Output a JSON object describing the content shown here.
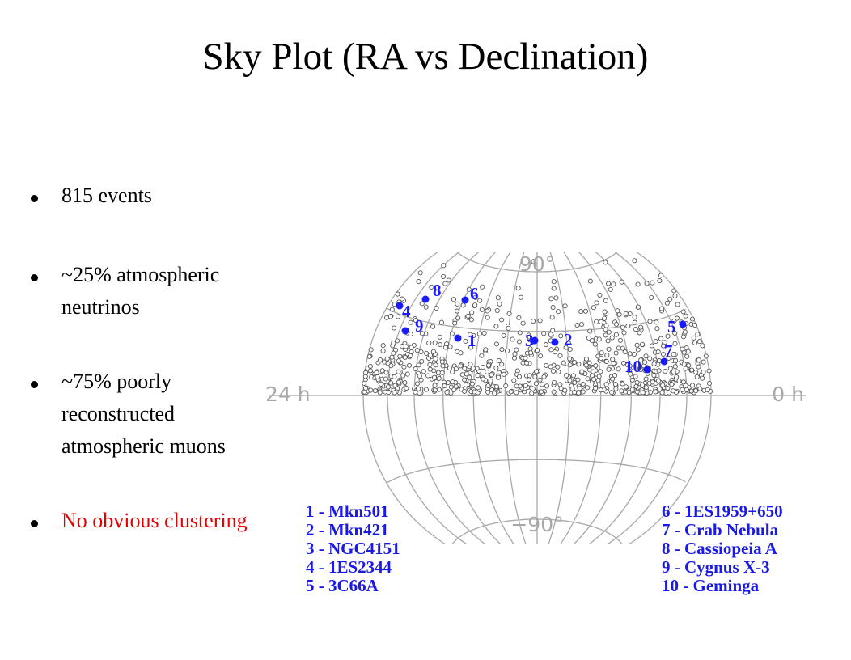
{
  "title": "Sky Plot (RA vs Declination)",
  "bullets": [
    {
      "text": "815 events",
      "color": "#000000"
    },
    {
      "text": "~25% atmospheric neutrinos",
      "color": "#000000"
    },
    {
      "text": "~75% poorly reconstructed atmospheric muons",
      "color": "#000000"
    },
    {
      "text": "No obvious clustering",
      "color": "#e60000"
    }
  ],
  "skymap": {
    "top_label": "90°",
    "bottom_label": "−90°",
    "left_label": "24 h",
    "right_label": "0 h",
    "grid_color": "#a8a8a8",
    "event_color": "#555555",
    "source_color": "#1a1aff",
    "event_count": 815,
    "sources": [
      {
        "id": "1"
      },
      {
        "id": "2"
      },
      {
        "id": "3"
      },
      {
        "id": "4"
      },
      {
        "id": "5"
      },
      {
        "id": "6"
      },
      {
        "id": "7"
      },
      {
        "id": "8"
      },
      {
        "id": "9"
      },
      {
        "id": "10"
      }
    ],
    "legend_left": [
      "1 - Mkn501",
      "2 - Mkn421",
      "3 - NGC4151",
      "4 - 1ES2344",
      "5 - 3C66A"
    ],
    "legend_right": [
      "6 - 1ES1959+650",
      "7 - Crab Nebula",
      "8 - Cassiopeia A",
      "9 - Cygnus X-3",
      "10 - Geminga"
    ]
  }
}
